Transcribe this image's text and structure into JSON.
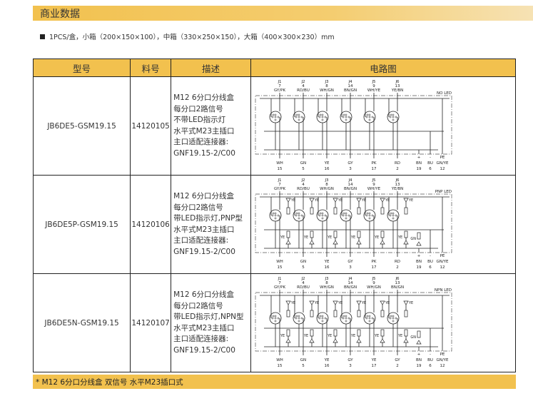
{
  "section_title": "商业数据",
  "packaging_note": "1PCS/盒，小箱（200×150×100），中箱（330×250×150），大箱（400×300×230）mm",
  "table": {
    "headers": [
      "型号",
      "料号",
      "描述",
      "电路图"
    ],
    "rows": [
      {
        "model": "JB6DE5-GSM19.15",
        "code": "14120105",
        "desc": [
          "M12 6分口分线盒",
          "每分口2路信号",
          "不带LED指示灯",
          "水平式M23主插口",
          "主口适配连接器:",
          "GNF19.15-2/C00"
        ],
        "diagram": {
          "type": "none",
          "led_label": "NO LED",
          "top": [
            [
              "J1",
              "7",
              "GY/PK"
            ],
            [
              "J2",
              "4",
              "RD/BU"
            ],
            [
              "J3",
              "8",
              "WH/GN"
            ],
            [
              "J4",
              "14",
              "BN/GN"
            ],
            [
              "J5",
              "9",
              "WH/YE"
            ],
            [
              "J6",
              "13",
              "YE/BN"
            ]
          ],
          "bottom": [
            [
              "WH",
              "15"
            ],
            [
              "GN",
              "5"
            ],
            [
              "YE",
              "16"
            ],
            [
              "GY",
              "3"
            ],
            [
              "PK",
              "17"
            ],
            [
              "RD",
              "2"
            ]
          ],
          "power": [
            [
              "+",
              "BN",
              "19"
            ],
            [
              "-",
              "BU",
              "6"
            ],
            [
              "PE",
              "GN/YE",
              "12"
            ]
          ]
        }
      },
      {
        "model": "JB6DE5P-GSM19.15",
        "code": "14120106",
        "desc": [
          "M12 6分口分线盒",
          "每分口2路信号",
          "带LED指示灯,PNP型",
          "水平式M23主插口",
          "主口适配连接器:",
          "GNF19.15-2/C00"
        ],
        "diagram": {
          "type": "pnp",
          "led_label": "PNP LED",
          "led_color": "YE",
          "power_led": "GN",
          "top": [
            [
              "J1",
              "7",
              "GY/PK"
            ],
            [
              "J2",
              "4",
              "RD/BU"
            ],
            [
              "J3",
              "8",
              "WH/GN"
            ],
            [
              "J4",
              "14",
              "BN/GN"
            ],
            [
              "J5",
              "9",
              "WH/YE"
            ],
            [
              "J6",
              "13",
              "YE/BN"
            ]
          ],
          "bottom": [
            [
              "WH",
              "15"
            ],
            [
              "GN",
              "5"
            ],
            [
              "YE",
              "16"
            ],
            [
              "GY",
              "3"
            ],
            [
              "PK",
              "17"
            ],
            [
              "RD",
              "2"
            ]
          ],
          "power": [
            [
              "+",
              "BN",
              "19"
            ],
            [
              "-",
              "BU",
              "6"
            ],
            [
              "PE",
              "GN/YE",
              "12"
            ]
          ]
        }
      },
      {
        "model": "JB6DE5N-GSM19.15",
        "code": "14120107",
        "desc": [
          "M12 6分口分线盒",
          "每分口2路信号",
          "带LED指示灯,NPN型",
          "水平式M23主插口",
          "主口适配连接器:",
          "GNF19.15-2/C00"
        ],
        "diagram": {
          "type": "npn",
          "led_label": "NPN LED",
          "led_color": "YE",
          "power_led": "GN",
          "top": [
            [
              "J1",
              "7",
              "GY/PK"
            ],
            [
              "J2",
              "4",
              "RD/BU"
            ],
            [
              "J3",
              "8",
              "WH/GN"
            ],
            [
              "J4",
              "14",
              "BN/GN"
            ],
            [
              "J5",
              "9",
              "WH/GN"
            ],
            [
              "J6",
              "13",
              "BN/GN"
            ]
          ],
          "bottom": [
            [
              "WH",
              "15"
            ],
            [
              "GN",
              "5"
            ],
            [
              "YE",
              "16"
            ],
            [
              "GY",
              "3"
            ],
            [
              "YE",
              "17"
            ],
            [
              "GY",
              "2"
            ]
          ],
          "power": [
            [
              "+",
              "BN",
              "19"
            ],
            [
              "-",
              "BU",
              "6"
            ],
            [
              "PE",
              "GN/YE",
              "12"
            ]
          ]
        }
      }
    ]
  },
  "footer_note": "* M12 6分口分线盒 双信号 水平M23插口式",
  "colors": {
    "accent": "#f2c14e",
    "border": "#222222"
  }
}
